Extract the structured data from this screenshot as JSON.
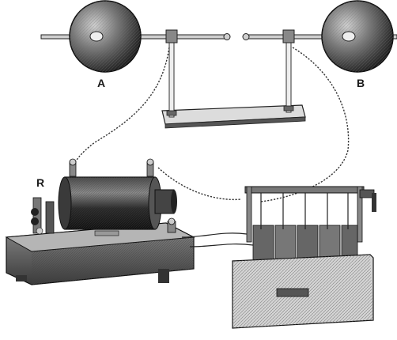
{
  "labels": {
    "sphere_left": "A",
    "sphere_right": "B",
    "coil_mark": "R"
  },
  "colors": {
    "ink": "#1a1a1a",
    "dark": "#2a2a2a",
    "mid": "#6a6a6a",
    "light": "#bdbdbd",
    "paper": "#ffffff"
  }
}
